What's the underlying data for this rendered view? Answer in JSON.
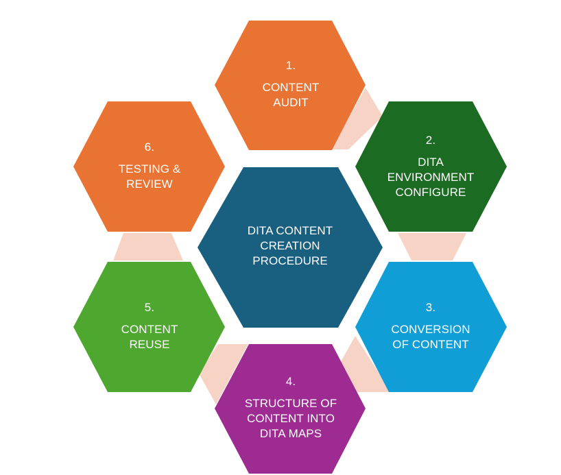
{
  "center": {
    "title": "DITA CONTENT\nCREATION\nPROCEDURE",
    "color": "#195f80"
  },
  "steps": [
    {
      "number": "1.",
      "title": "CONTENT\nAUDIT",
      "color": "#e97332"
    },
    {
      "number": "2.",
      "title": "DITA\nENVIRONMENT\nCONFIGURE",
      "color": "#1b6b23"
    },
    {
      "number": "3.",
      "title": "CONVERSION\nOF CONTENT",
      "color": "#119ed6"
    },
    {
      "number": "4.",
      "title": "STRUCTURE OF\nCONTENT INTO\nDITA MAPS",
      "color": "#9d2b92"
    },
    {
      "number": "5.",
      "title": "CONTENT\nREUSE",
      "color": "#4ea72e"
    },
    {
      "number": "6.",
      "title": "TESTING &\nREVIEW",
      "color": "#e97332"
    }
  ],
  "connector_color": "#f7d3c6"
}
